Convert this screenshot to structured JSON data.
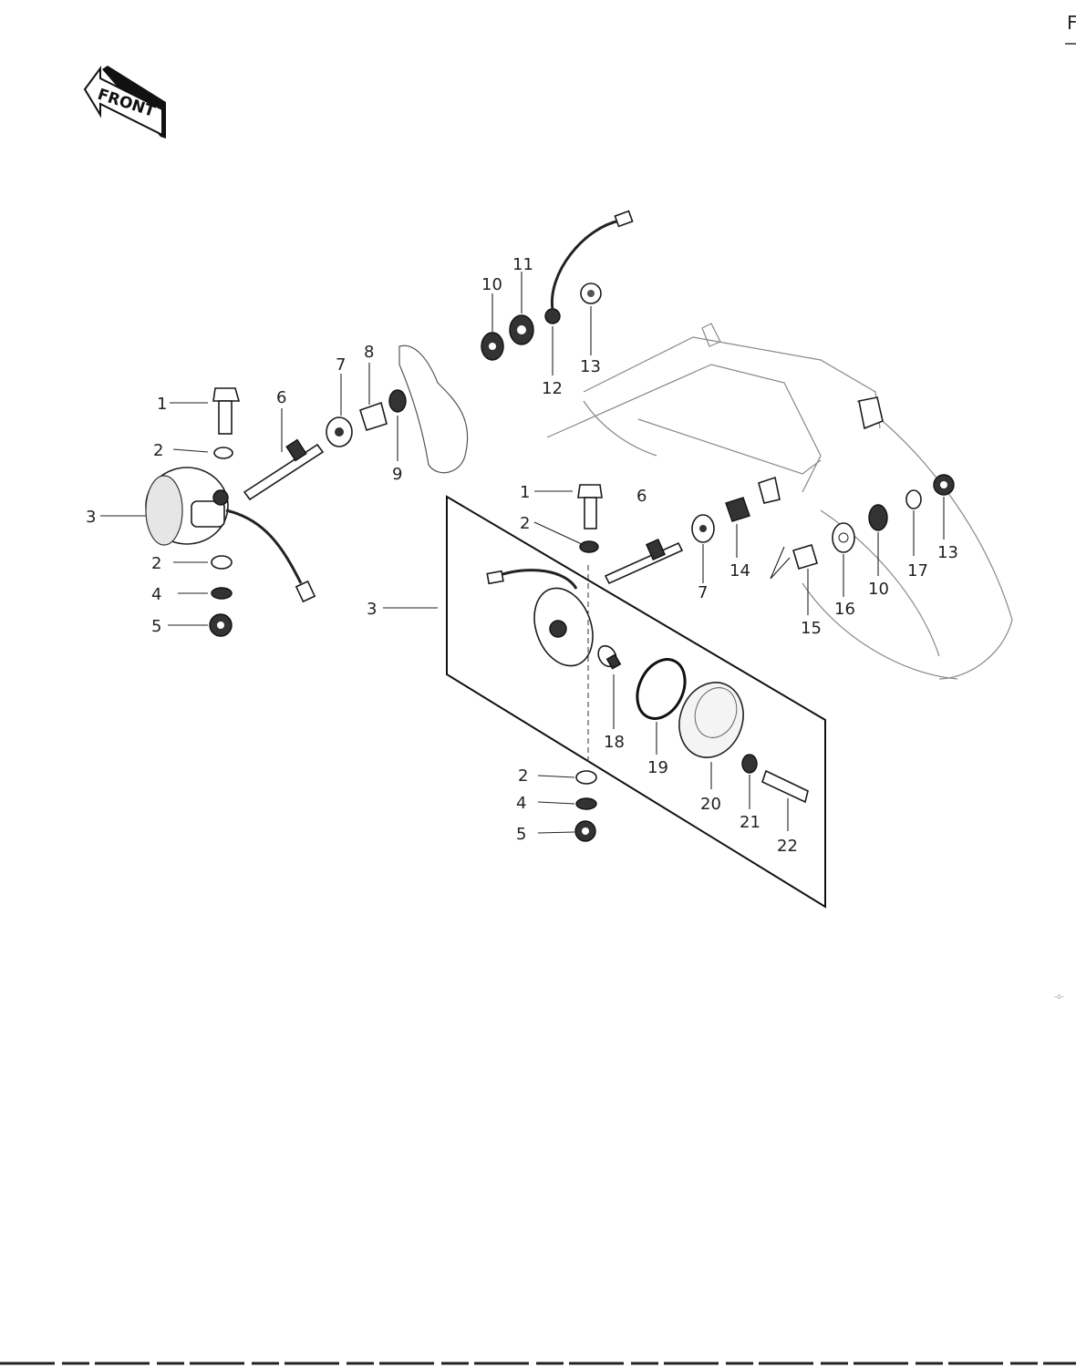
{
  "page": {
    "corner_letter": "F",
    "bottom_mark": "-o-"
  },
  "front_arrow": {
    "label": "FRONT"
  },
  "callouts": {
    "left_assembly": {
      "c1": "1",
      "c2a": "2",
      "c3": "3",
      "c2b": "2",
      "c4": "4",
      "c5": "5",
      "c6": "6",
      "c7": "7",
      "c8": "8",
      "c9": "9"
    },
    "top_group": {
      "c10": "10",
      "c11": "11",
      "c12": "12",
      "c13": "13"
    },
    "right_group": {
      "c14": "14",
      "c15": "15",
      "c16": "16",
      "c10": "10",
      "c17": "17",
      "c13": "13"
    },
    "exploded_lamp": {
      "c1": "1",
      "c2a": "2",
      "c3": "3",
      "c6": "6",
      "c7": "7",
      "c18": "18",
      "c19": "19",
      "c20": "20",
      "c21": "21",
      "c22": "22",
      "c2b": "2",
      "c4": "4",
      "c5": "5"
    }
  }
}
